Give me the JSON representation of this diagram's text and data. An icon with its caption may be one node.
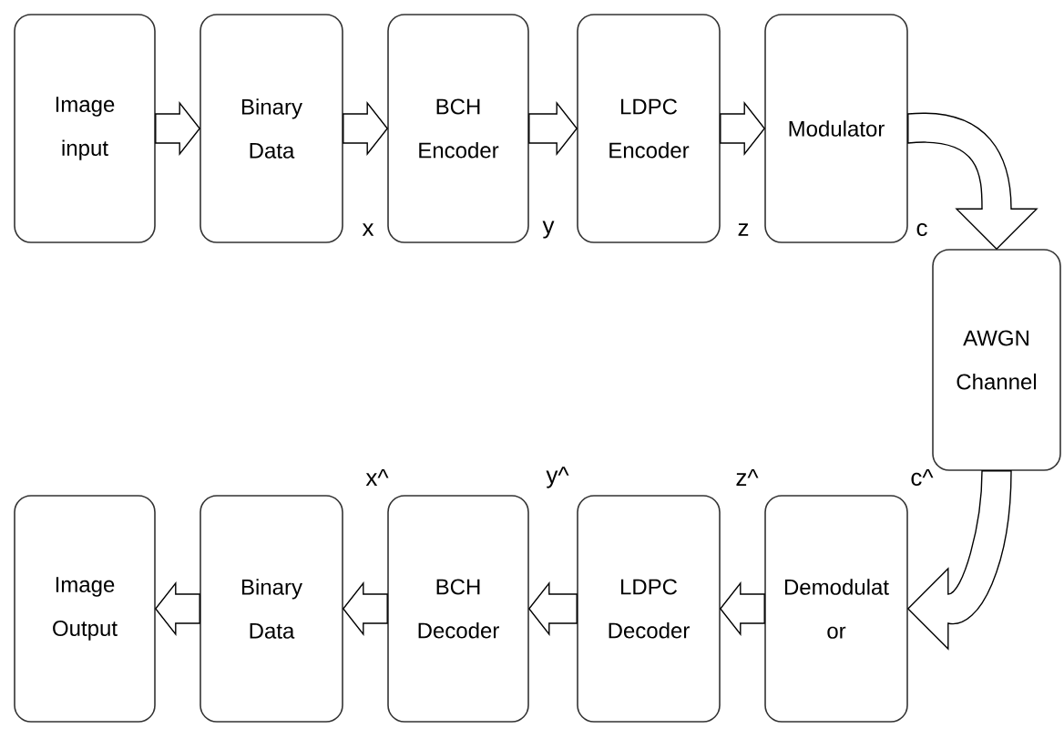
{
  "diagram": {
    "nodes": [
      {
        "text": [
          "Image input"
        ]
      },
      {
        "text": [
          "Binary Data"
        ]
      },
      {
        "text": [
          "BCH Encoder"
        ]
      },
      {
        "text": [
          "LDPC Encoder"
        ]
      },
      {
        "text": [
          "Modulator"
        ]
      },
      {
        "text": [
          "AWGN Channel"
        ]
      },
      {
        "text": [
          "Demodulat or"
        ]
      },
      {
        "text": [
          "LDPC Decoder"
        ]
      },
      {
        "text": [
          "BCH Decoder"
        ]
      },
      {
        "text": [
          "Binary Data"
        ]
      },
      {
        "text": [
          "Image Output"
        ]
      }
    ],
    "edges": [
      {
        "from": 0,
        "to": 1,
        "arrow": "to"
      },
      {
        "from": 1,
        "to": 2,
        "arrow": "to"
      },
      {
        "from": 2,
        "to": 3,
        "arrow": "to"
      },
      {
        "from": 3,
        "to": 4,
        "arrow": "to"
      },
      {
        "from": 4,
        "to": 5,
        "arrow": "to"
      },
      {
        "from": 5,
        "to": 6,
        "arrow": "to"
      },
      {
        "from": 6,
        "to": 7,
        "arrow": "to"
      },
      {
        "from": 7,
        "to": 8,
        "arrow": "to"
      },
      {
        "from": 8,
        "to": 9,
        "arrow": "to"
      },
      {
        "from": 9,
        "to": 10,
        "arrow": "to"
      }
    ],
    "labels": [
      "x",
      "y",
      "z",
      "c",
      "x^",
      "y^",
      "z^",
      "c^"
    ]
  }
}
